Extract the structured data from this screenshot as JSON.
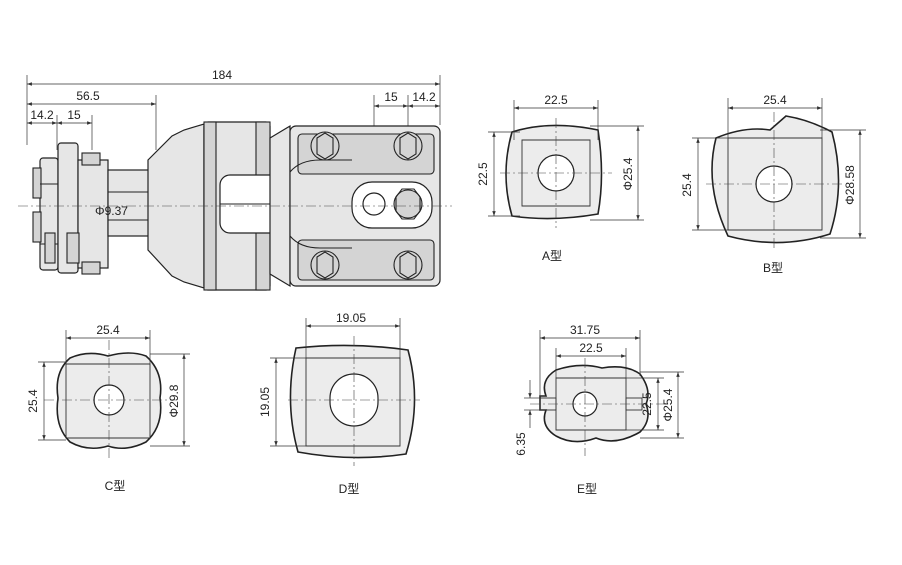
{
  "assembly": {
    "dims": {
      "overall": "184",
      "left_span": "56.5",
      "left_a": "14.2",
      "left_b": "15",
      "right_a": "15",
      "right_b": "14.2",
      "shaft_dia": "Φ9.37"
    }
  },
  "profiles": {
    "a": {
      "caption": "A型",
      "width": "22.5",
      "height": "22.5",
      "dia": "Φ25.4"
    },
    "b": {
      "caption": "B型",
      "width": "25.4",
      "height": "25.4",
      "dia": "Φ28.58"
    },
    "c": {
      "caption": "C型",
      "width": "25.4",
      "height": "25.4",
      "dia": "Φ29.8"
    },
    "d": {
      "caption": "D型",
      "width": "19.05",
      "height": "19.05"
    },
    "e": {
      "caption": "E型",
      "width_outer": "31.75",
      "width_inner": "22.5",
      "height": "22.5",
      "dia": "Φ25.4",
      "key": "6.35"
    }
  }
}
